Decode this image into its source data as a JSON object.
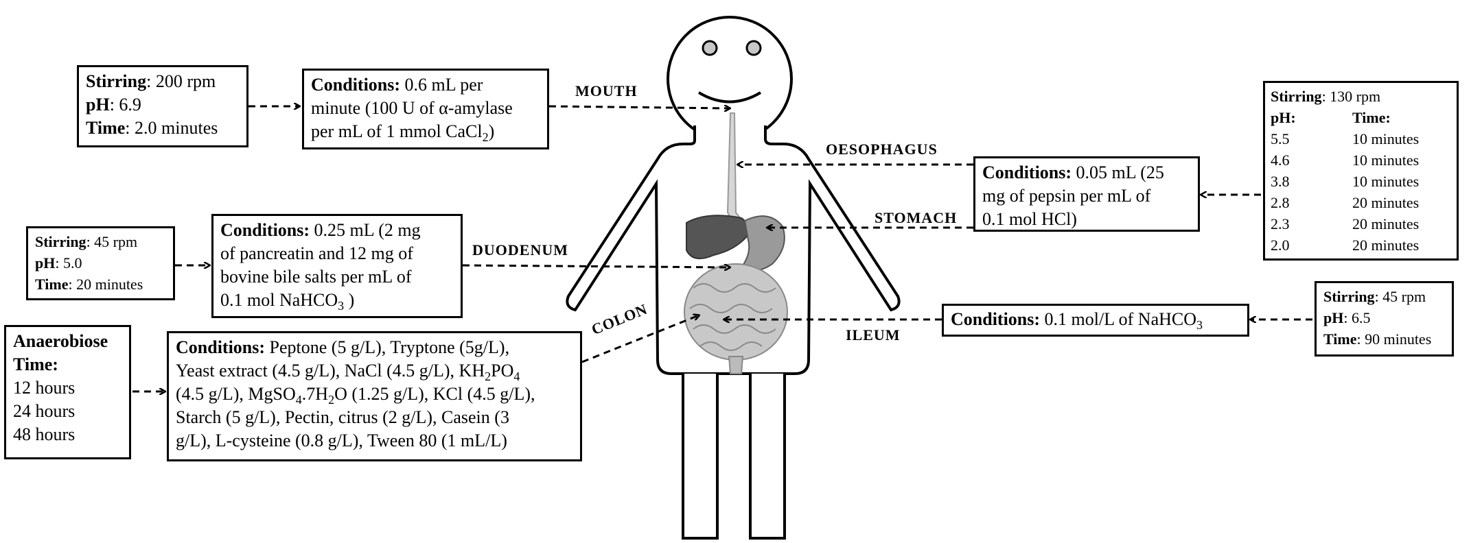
{
  "figure": {
    "organ_labels": {
      "mouth": "MOUTH",
      "oesophagus": "OESOPHAGUS",
      "stomach": "STOMACH",
      "duodenum": "DUODENUM",
      "colon": "COLON",
      "ileum": "ILEUM"
    },
    "mouth": {
      "params": {
        "stirring_label": "Stirring",
        "stirring_value": ": 200 rpm",
        "ph_label": "pH",
        "ph_value": ": 6.9",
        "time_label": "Time",
        "time_value": ": 2.0 minutes"
      },
      "conditions": {
        "label": "Conditions:",
        "line1": "0.6 mL per",
        "line2": "minute (100 U of α-amylase",
        "line3_pre": "per mL of 1 mmol CaCl",
        "line3_sub": "2",
        "line3_post": ")"
      }
    },
    "stomach": {
      "params": {
        "stirring_label": "Stirring",
        "stirring_value": ": 130 rpm",
        "ph_header": "pH:",
        "time_header": "Time:",
        "rows": [
          {
            "ph": "5.5",
            "time": "10 minutes"
          },
          {
            "ph": "4.6",
            "time": "10 minutes"
          },
          {
            "ph": "3.8",
            "time": "10 minutes"
          },
          {
            "ph": "2.8",
            "time": "20 minutes"
          },
          {
            "ph": "2.3",
            "time": "20 minutes"
          },
          {
            "ph": "2.0",
            "time": "20 minutes"
          }
        ]
      },
      "conditions": {
        "label": "Conditions:",
        "line1": "0.05 mL (25",
        "line2": "mg of pepsin per mL of",
        "line3": "0.1 mol HCl)"
      }
    },
    "duodenum": {
      "params": {
        "stirring_label": "Stirring",
        "stirring_value": ": 45 rpm",
        "ph_label": "pH",
        "ph_value": ": 5.0",
        "time_label": "Time",
        "time_value": ": 20 minutes"
      },
      "conditions": {
        "label": "Conditions:",
        "line1": "0.25 mL (2 mg",
        "line2": "of pancreatin and 12 mg of",
        "line3": "bovine bile salts per mL of",
        "line4_pre": "0.1 mol NaHCO",
        "line4_sub": "3",
        "line4_post": " )"
      }
    },
    "ileum": {
      "params": {
        "stirring_label": "Stirring",
        "stirring_value": ": 45 rpm",
        "ph_label": "pH",
        "ph_value": ": 6.5",
        "time_label": "Time",
        "time_value": ": 90 minutes"
      },
      "conditions": {
        "label": "Conditions:",
        "text_pre": "0.1 mol/L of NaHCO",
        "text_sub": "3"
      }
    },
    "colon": {
      "params": {
        "title": "Anaerobiose",
        "time_label": "Time:",
        "times": [
          "12 hours",
          "24 hours",
          "48 hours"
        ]
      },
      "conditions": {
        "label": "Conditions:",
        "l1": "Peptone (5 g/L), Tryptone (5g/L),",
        "l2_pre": "Yeast extract (4.5 g/L), NaCl (4.5 g/L), KH",
        "l2_sub1": "2",
        "l2_mid": "PO",
        "l2_sub2": "4",
        "l3_a": "(4.5 g/L), MgSO",
        "l3_sub1": "4",
        "l3_b": ".7H",
        "l3_sub2": "2",
        "l3_c": "O (1.25 g/L), KCl (4.5 g/L),",
        "l4": "Starch (5 g/L), Pectin, citrus (2 g/L), Casein (3",
        "l5": "g/L), L-cysteine (0.8 g/L), Tween 80 (1 mL/L)"
      }
    },
    "colors": {
      "line": "#000000",
      "organ_dark": "#555555",
      "organ_light": "#c8c8c8",
      "eye": "#c8c8c8"
    }
  }
}
